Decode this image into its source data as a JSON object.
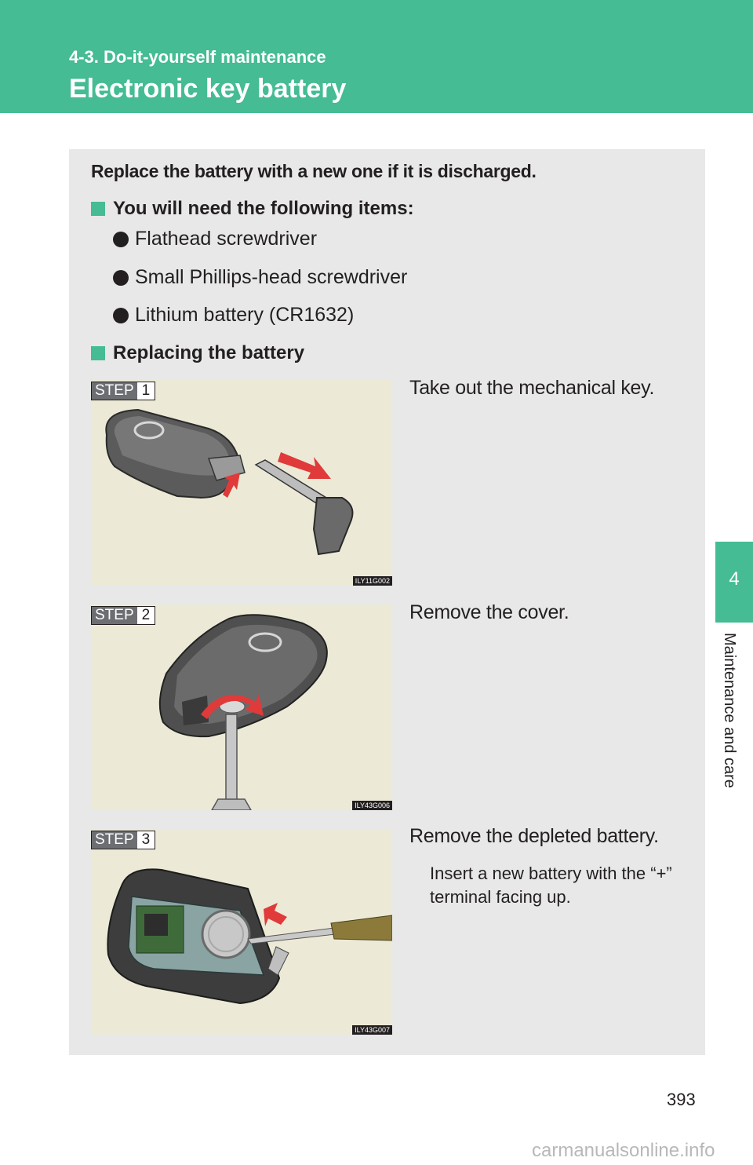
{
  "header": {
    "section": "4-3. Do-it-yourself maintenance",
    "title": "Electronic key battery"
  },
  "side_tab": {
    "number": "4",
    "label": "Maintenance and care"
  },
  "intro": "Replace the battery with a new one if it is discharged.",
  "items_section": {
    "heading": "You will need the following items:",
    "items": [
      "Flathead screwdriver",
      "Small Phillips-head screwdriver",
      "Lithium battery (CR1632)"
    ]
  },
  "replace_section": {
    "heading": "Replacing the battery"
  },
  "steps": [
    {
      "label": "STEP",
      "number": "1",
      "text": "Take out the mechanical key.",
      "figure_code": "ILY11G002"
    },
    {
      "label": "STEP",
      "number": "2",
      "text": "Remove the cover.",
      "figure_code": "ILY43G006"
    },
    {
      "label": "STEP",
      "number": "3",
      "text": "Remove the depleted battery.",
      "figure_code": "ILY43G007",
      "note": "Insert a new battery with the “+” terminal facing up."
    }
  ],
  "page_number": "393",
  "watermark": "carmanualsonline.info",
  "colors": {
    "accent": "#45bc93",
    "panel": "#e8e8e8",
    "arrow": "#e03a3a"
  }
}
